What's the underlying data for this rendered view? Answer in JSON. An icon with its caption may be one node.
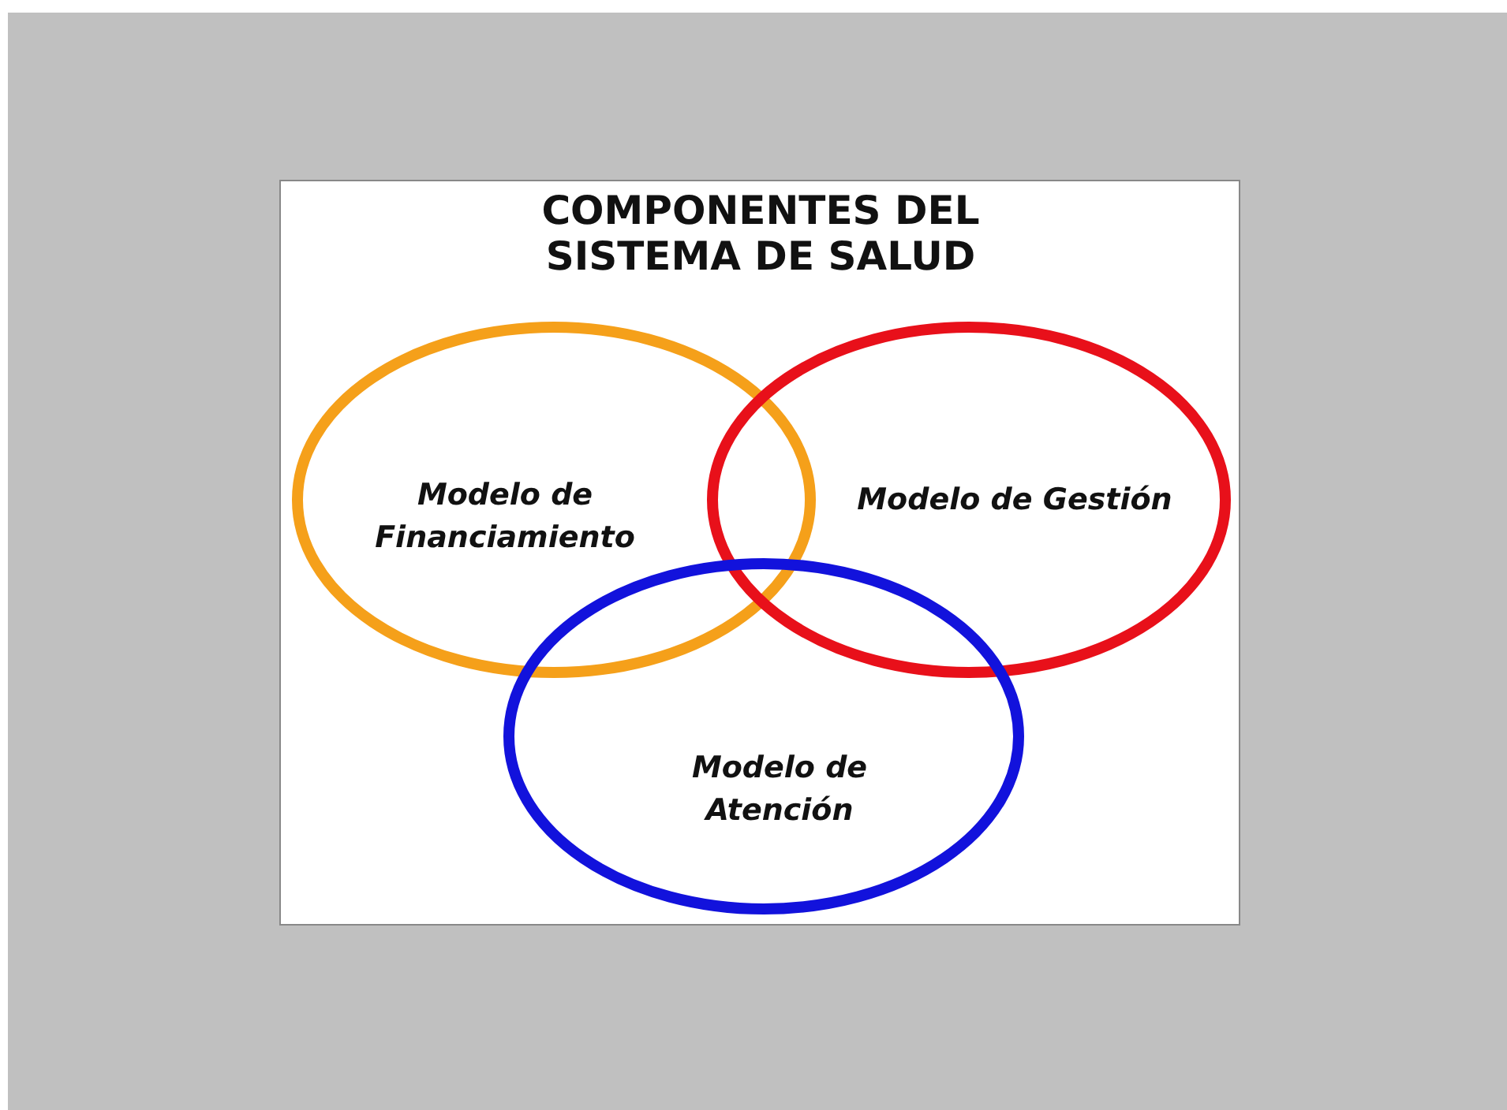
{
  "diagram": {
    "title": "COMPONENTES DEL SISTEMA DE SALUD",
    "nodes": [
      {
        "text": [
          "Modelo de Financiamiento"
        ]
      },
      {
        "text": [
          "Modelo de Gestión"
        ]
      },
      {
        "text": [
          "Modelo de Atención"
        ]
      }
    ]
  }
}
